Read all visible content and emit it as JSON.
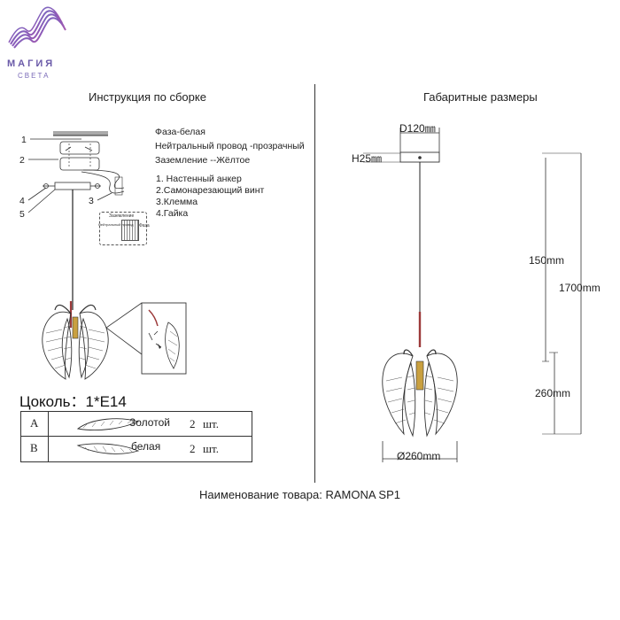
{
  "logo": {
    "name": "МАГИЯ",
    "sub": "СВЕТА"
  },
  "left": {
    "title": "Инструкция по сборке",
    "wires": [
      "Фаза-белая",
      "Нейтральный провод -прозрачный",
      "Заземление --Жёлтое"
    ],
    "parts": [
      "1. Настенный анкер",
      "2.Самонарезающий винт",
      "3.Клемма",
      "4.Гайка"
    ],
    "callouts": [
      "1",
      "2",
      "3",
      "4",
      "5"
    ],
    "terminal": {
      "title": "Заземление",
      "left_label": "Нейтральный провод",
      "right_label": "Фаза"
    },
    "socket": "Цоколь：1*E14"
  },
  "table": {
    "rows": [
      {
        "letter": "A",
        "color": "Золотой",
        "qty": "2",
        "unit": "шт."
      },
      {
        "letter": "B",
        "color": "белая",
        "qty": "2",
        "unit": "шт."
      }
    ]
  },
  "right": {
    "title": "Габаритные размеры",
    "canopy_d": "D120㎜",
    "canopy_h": "H25㎜",
    "shade_h": "150mm",
    "total_h": "1700mm",
    "body_h": "260mm",
    "diameter": "Ø260mm"
  },
  "product": "Наименование товара: RAMONA SP1",
  "colors": {
    "logo_purple": "#6a5aa8",
    "logo_pink": "#d45aa0",
    "cord_red": "#9c3a3a"
  }
}
